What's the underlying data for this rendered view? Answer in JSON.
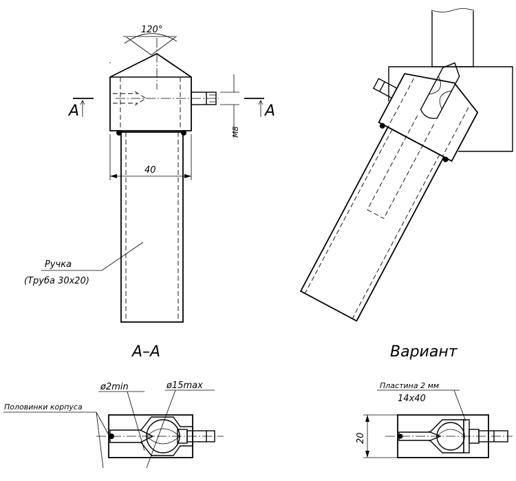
{
  "labels": {
    "angle": "120°",
    "section_left": "A",
    "section_right": "A",
    "thread": "M8",
    "width": "40",
    "handle_line1": "Ручка",
    "handle_line2": "(Труба 30x20)",
    "section_title": "А–А",
    "variant_title": "Вариант",
    "min_diameter": "ø2min",
    "max_diameter": "ø15max",
    "body_halves": "Половинки корпуса",
    "plate_line1": "Пластина 2 мм",
    "plate_line2": "14x40",
    "height": "20"
  }
}
